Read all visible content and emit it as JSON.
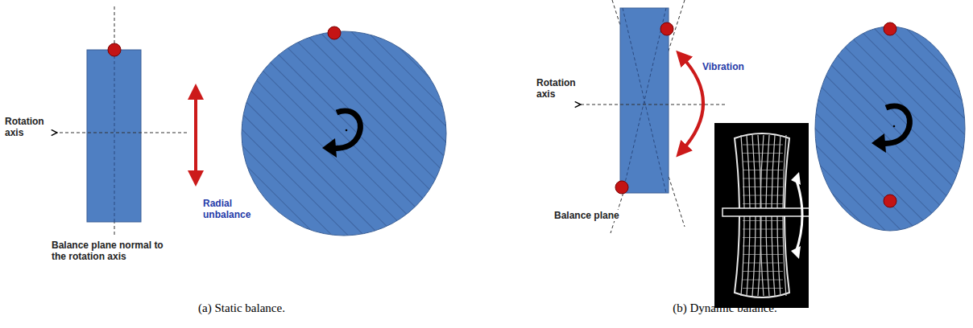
{
  "diagram": {
    "labels": [
      "Rotation axis",
      "Radial unbalance",
      "Balance plane normal to the rotation axis",
      "(a) Static balance.",
      "Rotation axis",
      "Vibration",
      "Balance plane",
      "(b) Dynamic balance."
    ]
  }
}
